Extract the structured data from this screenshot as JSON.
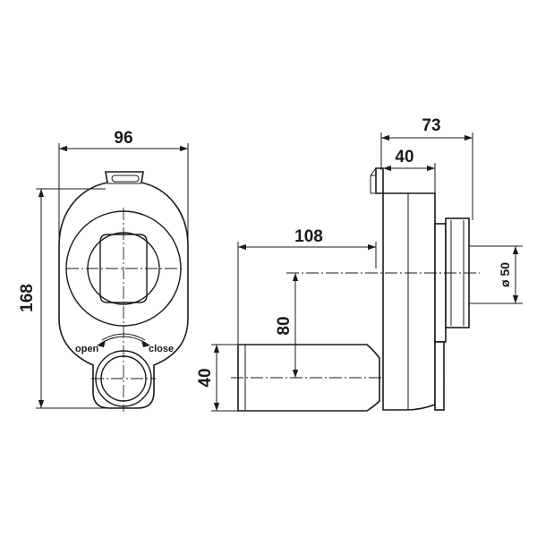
{
  "dimensions": {
    "width_front": "96",
    "height_total": "168",
    "outlet_diameter_block": "40",
    "depth_total": "73",
    "horizontal_length": "108",
    "vertical_offset": "80",
    "inlet_diameter": "40",
    "outlet_diameter": "ø 50"
  },
  "labels": {
    "open": "open",
    "close": "close"
  },
  "colors": {
    "line": "#1a1a1a",
    "background": "#ffffff"
  }
}
